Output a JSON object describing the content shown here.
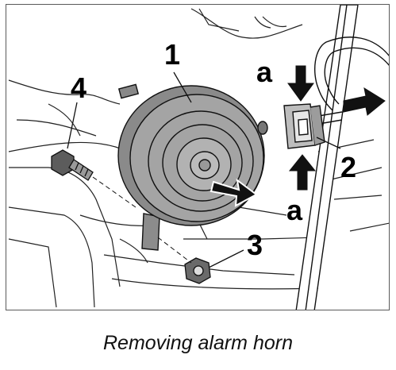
{
  "caption": "Removing alarm horn",
  "callouts": {
    "horn": "1",
    "connector": "2",
    "nut": "3",
    "bolt": "4",
    "tab_top": "a",
    "tab_bottom": "a"
  },
  "colors": {
    "horn_body": "#9a9a9a",
    "horn_dark": "#6e6e6e",
    "line": "#111111",
    "frame": "#5a5a5a",
    "background": "#ffffff"
  }
}
